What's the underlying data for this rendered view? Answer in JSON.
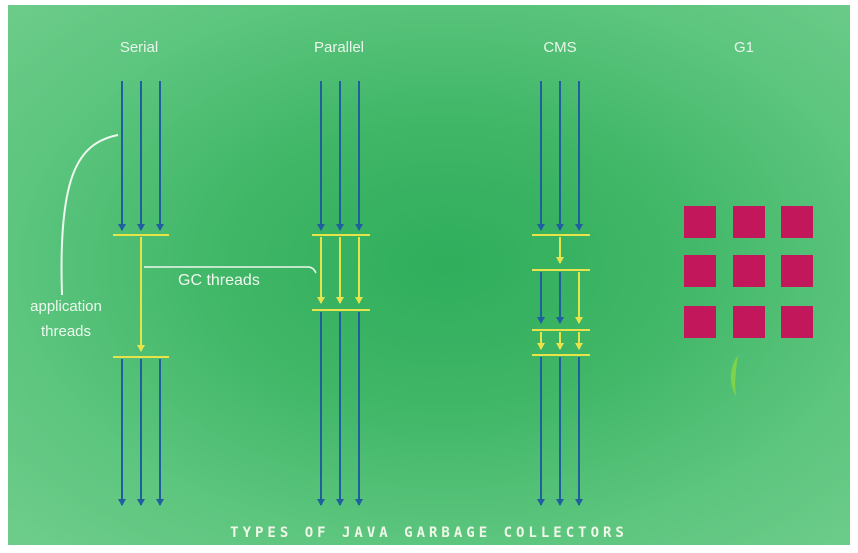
{
  "collectors": [
    {
      "name": "Serial"
    },
    {
      "name": "Parallel"
    },
    {
      "name": "CMS"
    },
    {
      "name": "G1"
    }
  ],
  "labels": {
    "application_threads": "application threads",
    "gc_threads": "GC threads"
  },
  "caption": "Types of Java Garbage Collectors",
  "colors": {
    "background": "#3fb666",
    "application_thread": "#1f5fa0",
    "gc_thread": "#e6e44a",
    "g1_region": "#c2185b",
    "label_text": "#eef8ee"
  },
  "icons": {
    "thread_arrow": "arrow-down",
    "g1_region": "square"
  }
}
